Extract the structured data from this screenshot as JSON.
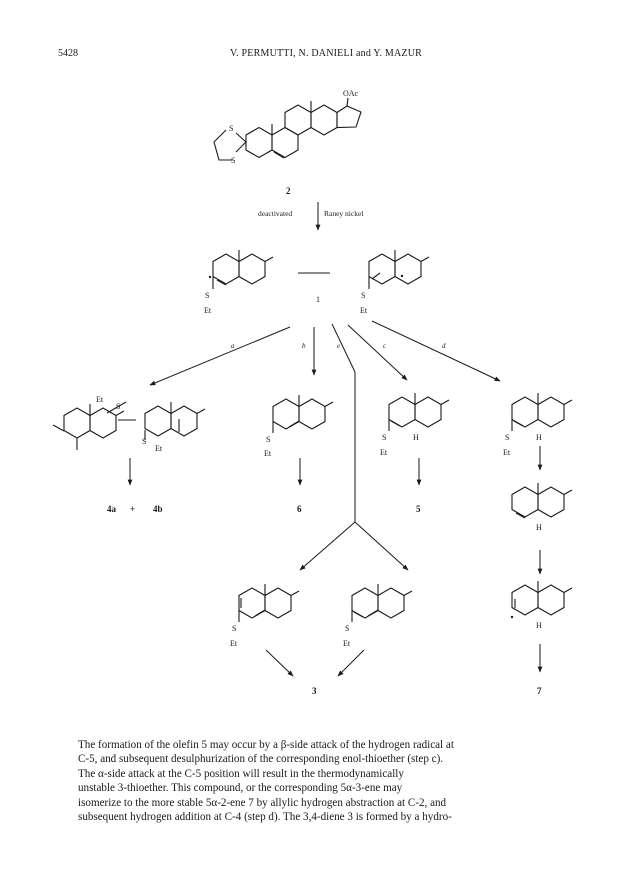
{
  "header": {
    "page_number": "5428",
    "authors": "V. PERMUTTI, N. DANIELI and Y. MAZUR"
  },
  "scheme": {
    "oac": "OAc",
    "s": "S",
    "et": "Et",
    "h": "H",
    "cmpd_2": "2",
    "cmpd_1": "1",
    "deactivated": "deactivated",
    "raney": "Raney nickel",
    "step_a": "a",
    "step_b": "b",
    "step_e": "e",
    "step_c": "c",
    "step_d": "d",
    "p_4a": "4a",
    "plus": "+",
    "p_4b": "4b",
    "p_6": "6",
    "p_5": "5",
    "p_3": "3",
    "p_7": "7"
  },
  "paragraph": {
    "line1": "The formation of the olefin 5 may occur by a β-side attack of the hydrogen radical at",
    "line2": "C-5, and subsequent desulphurization of the corresponding enol-thioether (step c).",
    "line3": "The α-side attack at the C-5 position will result in the thermodynamically",
    "line4": "unstable 3-thioether. This compound, or the corresponding 5α-3-ene may",
    "line5": "isomerize to the more stable 5α-2-ene 7 by allylic hydrogen abstraction at C-2, and",
    "line6": "subsequent hydrogen addition at C-4 (step d). The 3,4-diene 3 is formed by a hydro-"
  }
}
